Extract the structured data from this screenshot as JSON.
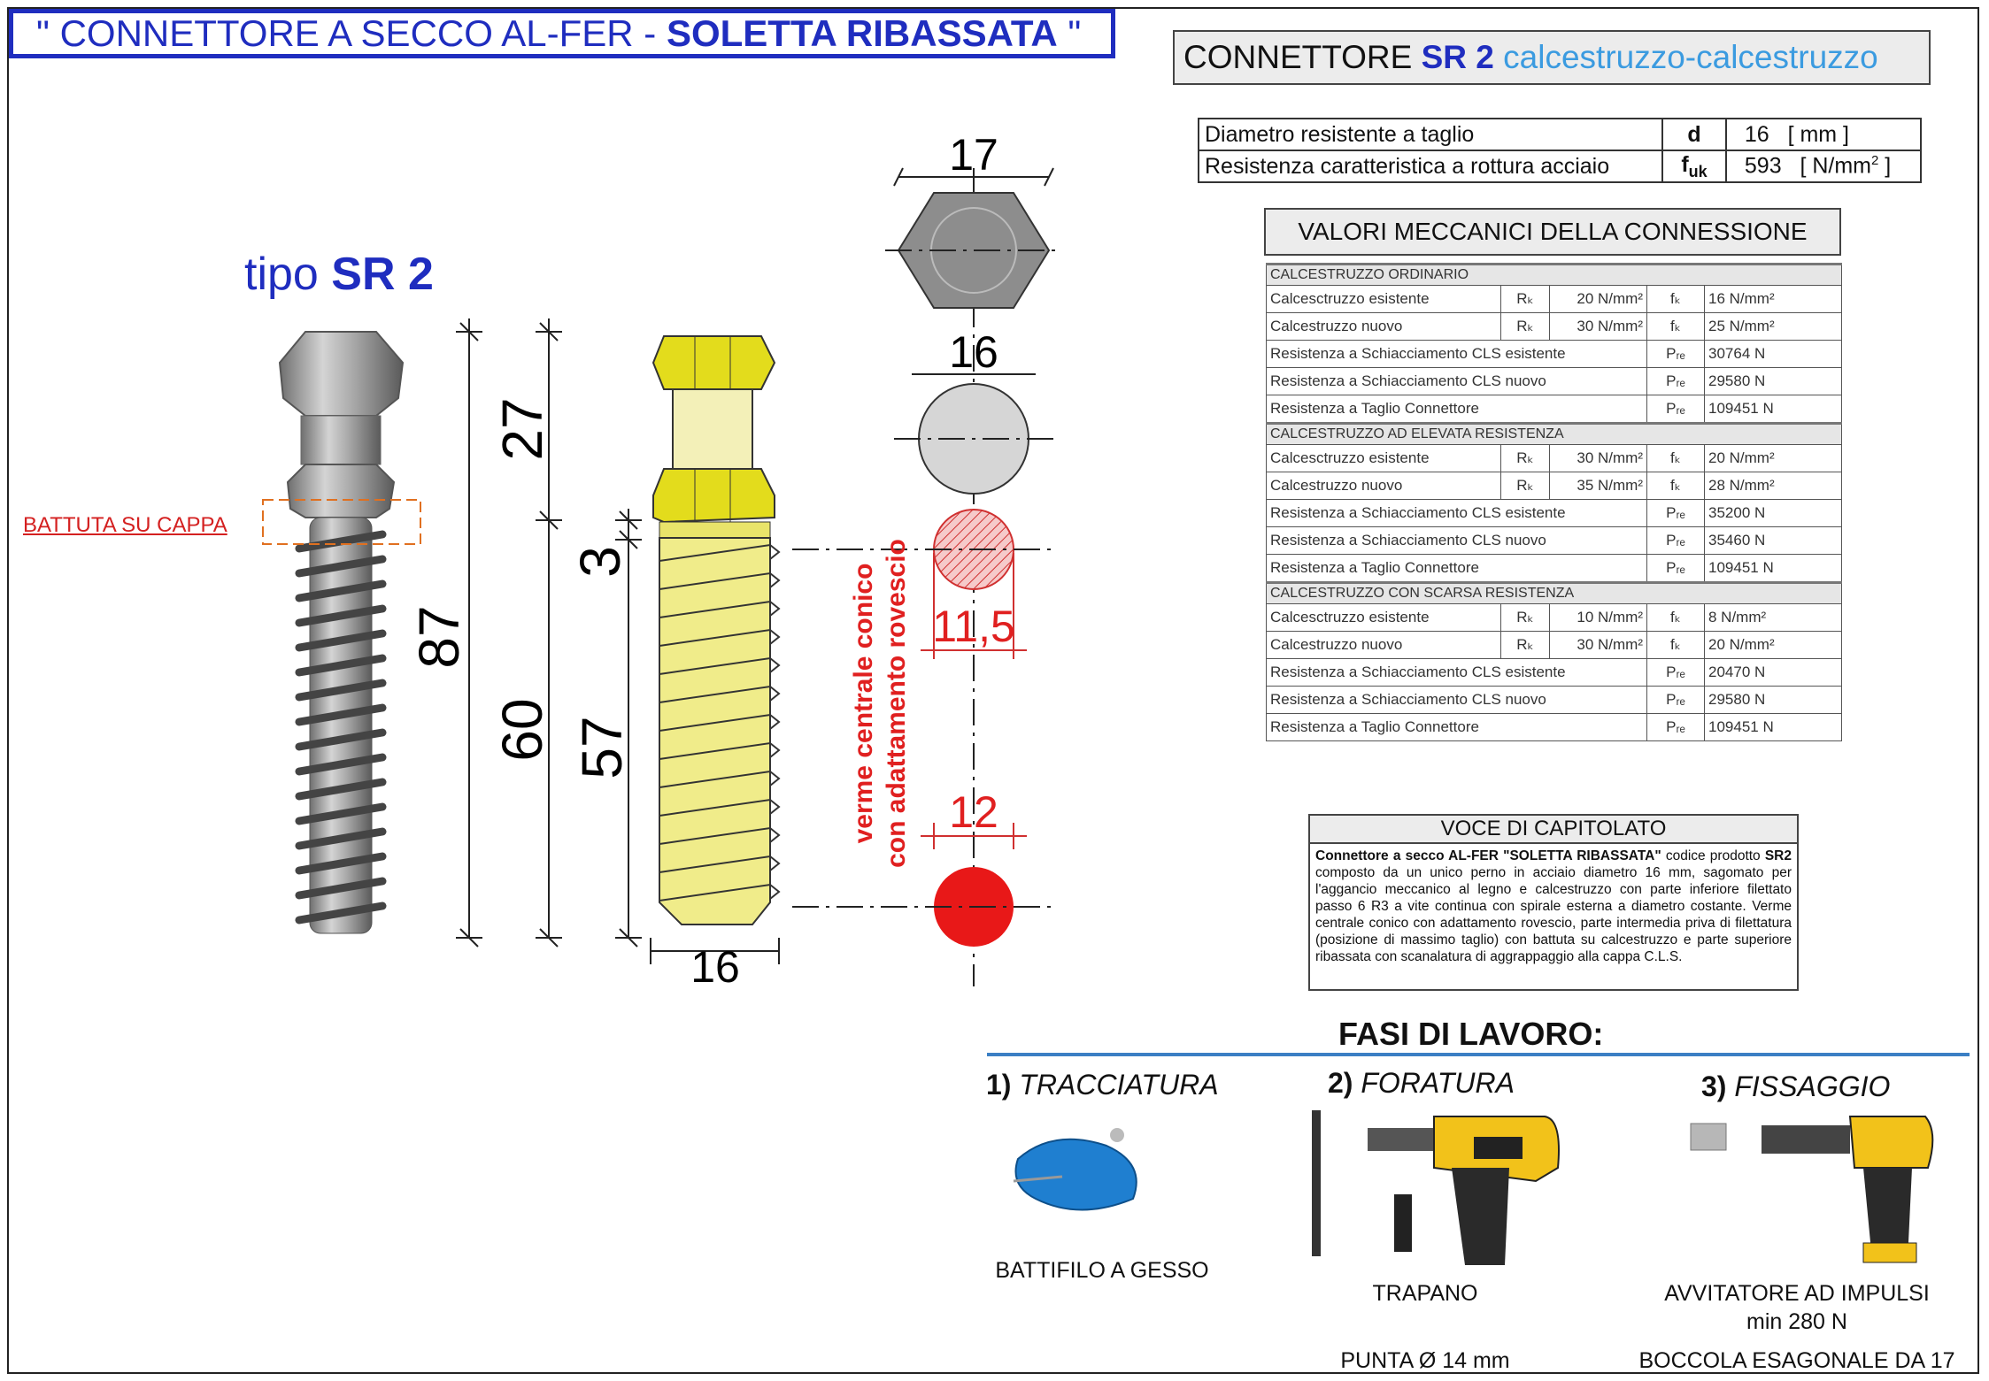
{
  "header": {
    "title_prefix": "\" CONNETTORE A SECCO AL-FER - ",
    "title_bold": "SOLETTA RIBASSATA",
    "title_suffix": " \""
  },
  "connector": {
    "title_plain": "CONNETTORE ",
    "title_code": "SR 2",
    "title_type": " calcestruzzo-calcestruzzo",
    "tipo_plain": "tipo ",
    "tipo_code": "SR 2",
    "battuta_label": "BATTUTA SU CAPPA",
    "vertical_note_1": "verme centrale conico",
    "vertical_note_2": "con adattamento rovescio"
  },
  "dimensions": {
    "total": "87",
    "upper": "27",
    "shank": "60",
    "gap": "3",
    "thread": "57",
    "hex_width": "17",
    "head_dia": "16",
    "cone_top": "11,5",
    "cone_bottom": "12",
    "base_dia": "16"
  },
  "spec": [
    {
      "label": "Diametro resistente a taglio",
      "sym": "d",
      "sub": "",
      "value": "16",
      "unit": "[ mm ]",
      "sup": ""
    },
    {
      "label": "Resistenza caratteristica a rottura acciaio",
      "sym": "f",
      "sub": "uk",
      "value": "593",
      "unit": "[ N/mm",
      "sup": "2",
      "unit_end": " ]"
    }
  ],
  "valori": {
    "title": "VALORI MECCANICI DELLA CONNESSIONE",
    "sections": [
      {
        "name": "CALCESTRUZZO ORDINARIO",
        "rows": [
          [
            "Calcesctruzzo esistente",
            "Rₖ",
            "20 N/mm²",
            "fₖ",
            "16 N/mm²"
          ],
          [
            "Calcestruzzo nuovo",
            "Rₖ",
            "30 N/mm²",
            "fₖ",
            "25 N/mm²"
          ],
          [
            "Resistenza a Schiacciamento CLS esistente",
            "",
            "",
            "Pᵣₑ",
            "30764 N"
          ],
          [
            "Resistenza a Schiacciamento CLS nuovo",
            "",
            "",
            "Pᵣₑ",
            "29580 N"
          ],
          [
            "Resistenza a Taglio Connettore",
            "",
            "",
            "Pᵣₑ",
            "109451 N"
          ]
        ]
      },
      {
        "name": "CALCESTRUZZO AD ELEVATA RESISTENZA",
        "rows": [
          [
            "Calcesctruzzo esistente",
            "Rₖ",
            "30 N/mm²",
            "fₖ",
            "20 N/mm²"
          ],
          [
            "Calcestruzzo nuovo",
            "Rₖ",
            "35 N/mm²",
            "fₖ",
            "28 N/mm²"
          ],
          [
            "Resistenza a Schiacciamento CLS esistente",
            "",
            "",
            "Pᵣₑ",
            "35200 N"
          ],
          [
            "Resistenza a Schiacciamento CLS nuovo",
            "",
            "",
            "Pᵣₑ",
            "35460 N"
          ],
          [
            "Resistenza a Taglio Connettore",
            "",
            "",
            "Pᵣₑ",
            "109451 N"
          ]
        ]
      },
      {
        "name": "CALCESTRUZZO CON SCARSA RESISTENZA",
        "rows": [
          [
            "Calcesctruzzo esistente",
            "Rₖ",
            "10 N/mm²",
            "fₖ",
            "8 N/mm²"
          ],
          [
            "Calcestruzzo nuovo",
            "Rₖ",
            "30 N/mm²",
            "fₖ",
            "20 N/mm²"
          ],
          [
            "Resistenza a Schiacciamento CLS esistente",
            "",
            "",
            "Pᵣₑ",
            "20470 N"
          ],
          [
            "Resistenza a Schiacciamento CLS nuovo",
            "",
            "",
            "Pᵣₑ",
            "29580 N"
          ],
          [
            "Resistenza a Taglio Connettore",
            "",
            "",
            "Pᵣₑ",
            "109451 N"
          ]
        ]
      }
    ]
  },
  "voce": {
    "title": "VOCE DI CAPITOLATO",
    "bold_start": "Connettore a secco AL-FER \"SOLETTA RIBASSATA\"",
    "text_1": " codice prodotto ",
    "bold_code": "SR2",
    "text_2": " composto da un unico perno in acciaio diametro 16 mm, sagomato per l'aggancio meccanico al legno e calcestruzzo con parte inferiore filettato passo 6 R3 a vite continua con spirale esterna a diametro costante. Verme centrale conico con adattamento rovescio, parte intermedia priva di filettatura (posizione di massimo taglio) con battuta su calcestruzzo e parte superiore ribassata con scanalatura di aggrappaggio alla cappa C.L.S."
  },
  "fasi": {
    "title": "FASI DI LAVORO:",
    "steps": [
      {
        "num": "1)",
        "name": "TRACCIATURA",
        "tool": "BATTIFILO A GESSO",
        "extra": ""
      },
      {
        "num": "2)",
        "name": "FORATURA",
        "tool": "TRAPANO",
        "extra": "PUNTA  Ø 14 mm"
      },
      {
        "num": "3)",
        "name": "FISSAGGIO",
        "tool": "AVVITATORE AD IMPULSI",
        "tool_2": "min 280 N",
        "extra": "BOCCOLA ESAGONALE DA 17"
      }
    ]
  },
  "colors": {
    "accent_blue": "#1f2dbf",
    "light_blue": "#3b9be0",
    "red": "#e02020",
    "yellow": "#e8e23a"
  }
}
